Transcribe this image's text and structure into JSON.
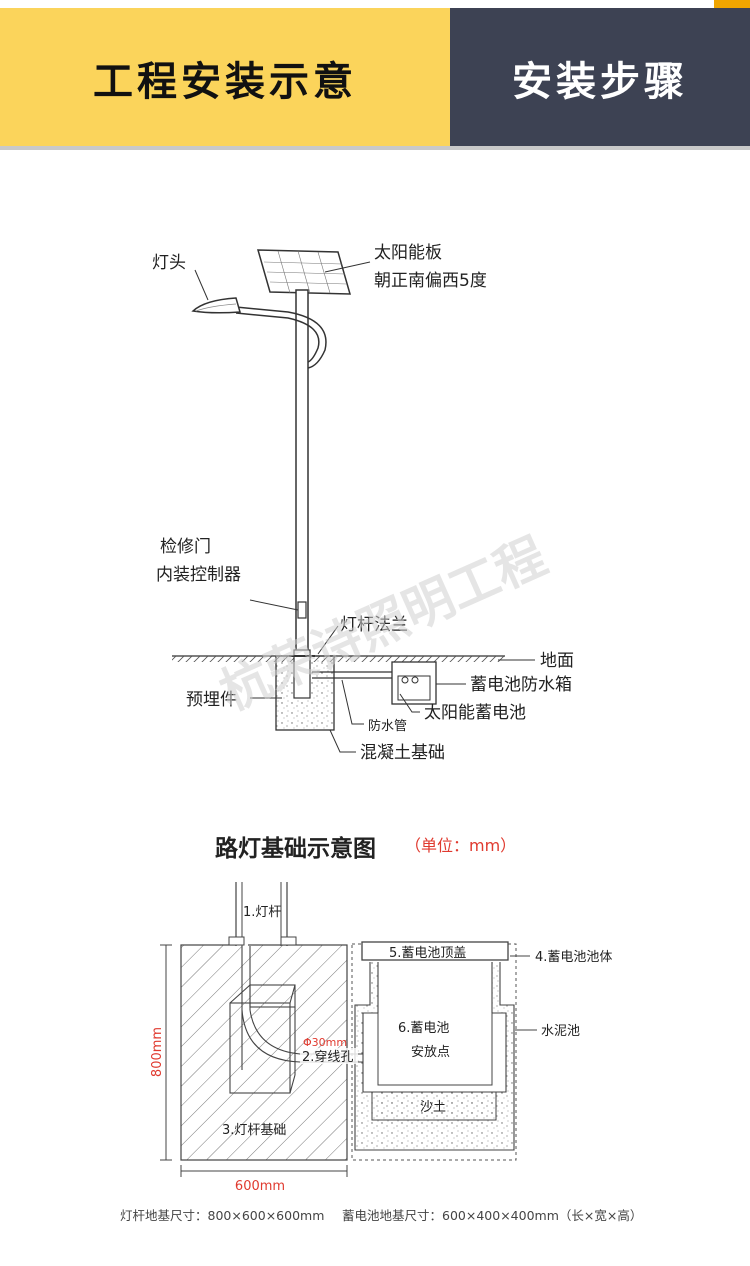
{
  "header": {
    "left_title": "工程安装示意",
    "right_title": "安装步骤",
    "left_bg": "#fbd45b",
    "right_bg": "#3d4253"
  },
  "install_diagram": {
    "label_lamp_head": "灯头",
    "label_solar_panel": "太阳能板",
    "label_solar_orientation": "朝正南偏西5度",
    "label_access_door": "检修门",
    "label_controller": "内装控制器",
    "label_flange": "灯杆法兰",
    "label_ground": "地面",
    "label_battery_box": "蓄电池防水箱",
    "label_embedded": "预埋件",
    "label_solar_battery": "太阳能蓄电池",
    "label_conduit": "防水管",
    "label_concrete": "混凝土基础"
  },
  "watermark": "杭荣诗照明工程",
  "foundation_diagram": {
    "title": "路灯基础示意图",
    "unit": "（单位：mm）",
    "unit_color": "#e03a2f",
    "label_pole": "1.灯杆",
    "label_wire_hole": "2.穿线孔",
    "label_phi30": "Φ30mm",
    "label_pole_base": "3.灯杆基础",
    "label_battery_body": "4.蓄电池池体",
    "label_battery_lid": "5.蓄电池顶盖",
    "label_battery_point_1": "6.蓄电池",
    "label_battery_point_2": "安放点",
    "label_cement_pool": "水泥池",
    "label_sand": "沙土",
    "dim_height": "800mm",
    "dim_width": "600mm",
    "dim_color": "#e03a2f"
  },
  "footer": {
    "pole_base_size": "灯杆地基尺寸：800×600×600mm",
    "battery_base_size": "蓄电池地基尺寸：600×400×400mm（长×宽×高）"
  }
}
